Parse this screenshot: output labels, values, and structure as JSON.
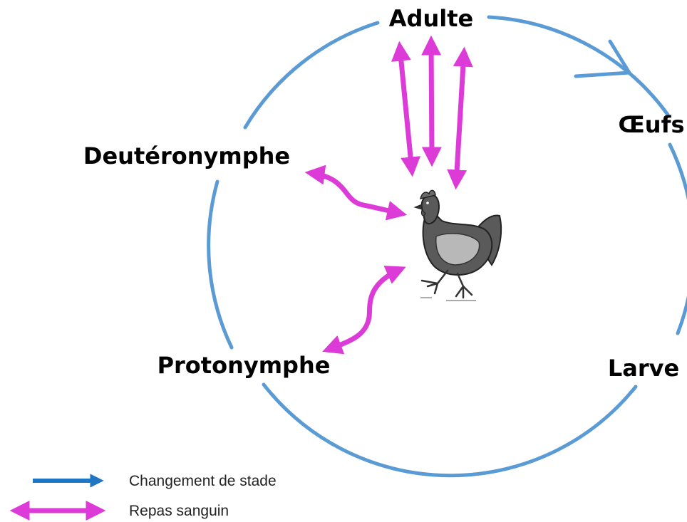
{
  "stages": {
    "adult": "Adulte",
    "eggs": "Œufs",
    "larva": "Larve",
    "protonymph": "Protonymphe",
    "deutonymph": "Deutéronymphe"
  },
  "legend": {
    "stage_change": "Changement de stade",
    "blood_meal": "Repas sanguin"
  },
  "colors": {
    "cycle": "#5b9bd5",
    "legend_stage_arrow": "#1f77c4",
    "blood_meal": "#dd3bd8",
    "hen_body": "#5a5a5a",
    "hen_wing": "#b8b8b8"
  },
  "icons": {
    "host": "hen-icon"
  }
}
